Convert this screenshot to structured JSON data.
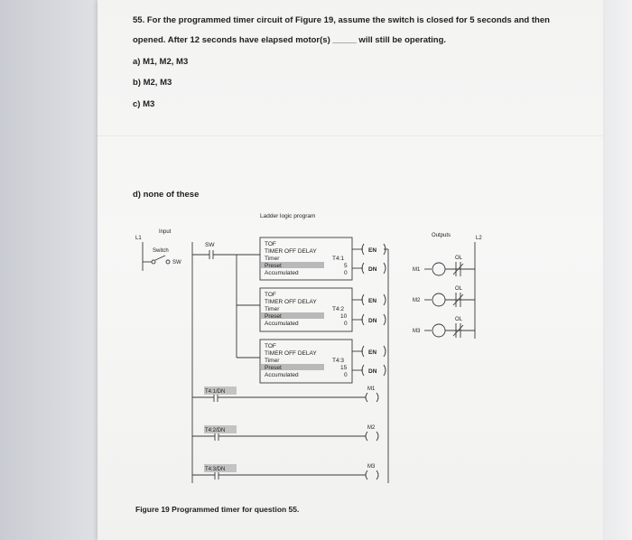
{
  "question": {
    "line1": "55. For the programmed timer circuit of Figure 19, assume the switch is closed for 5 seconds and then",
    "line2": "opened. After 12 seconds have elapsed motor(s) _____ will still be operating.",
    "options": [
      "a) M1, M2, M3",
      "b) M2, M3",
      "c) M3",
      "d) none of these"
    ]
  },
  "diagram": {
    "title": "Ladder logic program",
    "input_heading": "Input",
    "switch_heading": "Switch",
    "rail_left": "L1",
    "rail_right": "L2",
    "outputs_heading": "Outputs",
    "input_device": "SW",
    "contact_sw": "SW",
    "timers": [
      {
        "type": "TOF",
        "name": "TIMER OFF DELAY",
        "timer_label": "Timer",
        "timer": "T4:1",
        "preset_label": "Preset",
        "preset": "5",
        "accum_label": "Accumulated",
        "accum": "0"
      },
      {
        "type": "TOF",
        "name": "TIMER OFF DELAY",
        "timer_label": "Timer",
        "timer": "T4:2",
        "preset_label": "Preset",
        "preset": "10",
        "accum_label": "Accumulated",
        "accum": "0"
      },
      {
        "type": "TOF",
        "name": "TIMER OFF DELAY",
        "timer_label": "Timer",
        "timer": "T4:3",
        "preset_label": "Preset",
        "preset": "15",
        "accum_label": "Accumulated",
        "accum": "0"
      }
    ],
    "en_label": "EN",
    "dn_label": "DN",
    "rungs": [
      {
        "contact": "T4:1/DN",
        "output": "M1"
      },
      {
        "contact": "T4:2/DN",
        "output": "M2"
      },
      {
        "contact": "T4:3/DN",
        "output": "M3"
      }
    ],
    "motors": [
      {
        "name": "M1",
        "ol": "OL"
      },
      {
        "name": "M2",
        "ol": "OL"
      },
      {
        "name": "M3",
        "ol": "OL"
      }
    ],
    "caption": "Figure 19 Programmed timer for question 55."
  }
}
